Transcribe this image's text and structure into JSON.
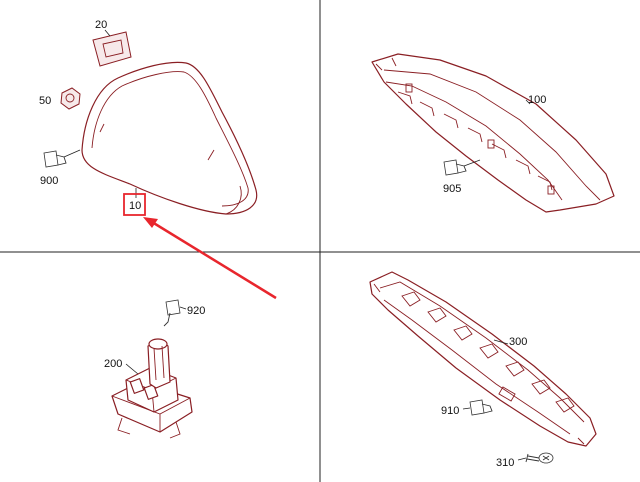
{
  "callouts": {
    "p20": "20",
    "p50": "50",
    "p900": "900",
    "p10": "10",
    "p100": "100",
    "p905": "905",
    "p920": "920",
    "p200": "200",
    "p300": "300",
    "p910": "910",
    "p310": "310"
  },
  "highlight": {
    "part": "10",
    "color": "#e8262d"
  },
  "colors": {
    "line_art": "#8a1f24",
    "grid": "#222222",
    "background": "#ffffff"
  }
}
